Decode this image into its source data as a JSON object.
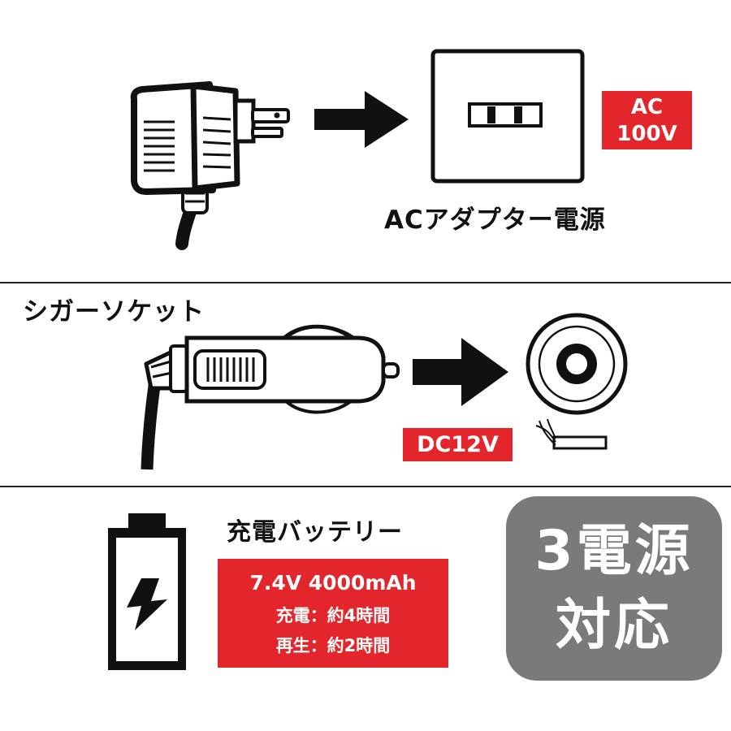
{
  "ac_section": {
    "voltage_tag_line1": "AC",
    "voltage_tag_line2": "100V",
    "title": "ACアダプター電源"
  },
  "car_section": {
    "title": "シガーソケット",
    "voltage_tag": "DC12V"
  },
  "battery_section": {
    "title": "充電バッテリー",
    "spec_capacity": "7.4V 4000mAh",
    "spec_charge": "充電：約4時間",
    "spec_play": "再生：約2時間"
  },
  "badge": {
    "line1": "3電源",
    "line2": "対応",
    "color": "#7a7a7a"
  },
  "colors": {
    "accent_red": "#e3262b",
    "ink": "#111111"
  }
}
